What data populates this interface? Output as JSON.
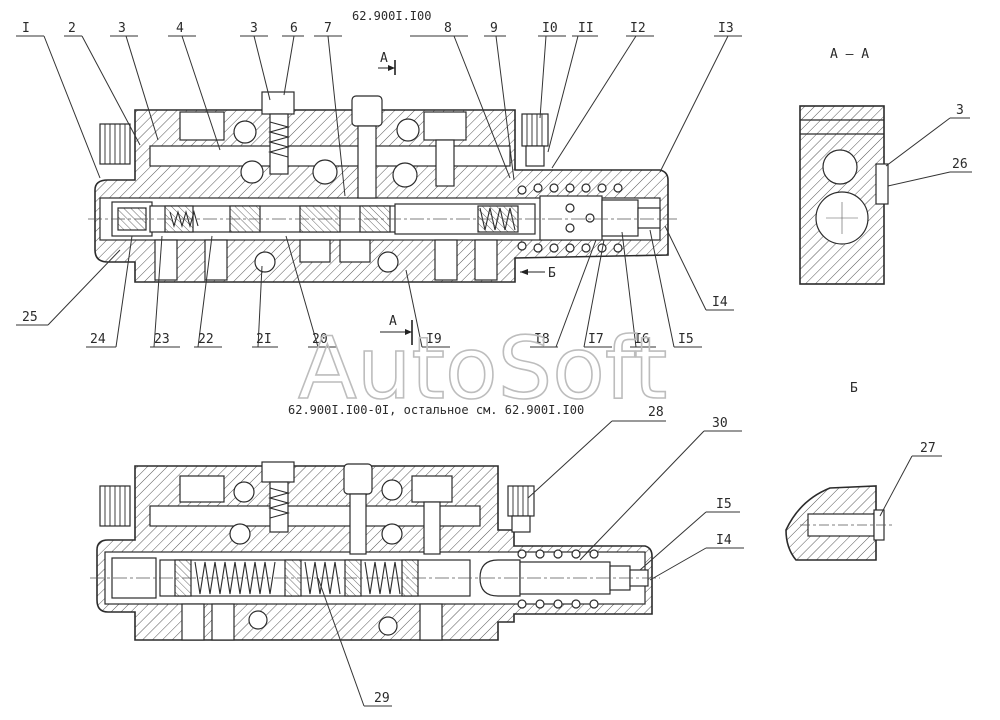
{
  "top_view": {
    "caption": "62.900I.I00",
    "section_marker_top": "А",
    "section_marker_bottom": "А",
    "arrow_b": "Б",
    "callouts": [
      "I",
      "2",
      "3",
      "4",
      "3",
      "6",
      "7",
      "8",
      "9",
      "I0",
      "II",
      "I2",
      "I3",
      "I4",
      "I5",
      "I6",
      "I7",
      "I8",
      "I9",
      "20",
      "2I",
      "22",
      "23",
      "24",
      "25"
    ]
  },
  "section_aa": {
    "title": "А – А",
    "callouts": [
      "3",
      "26"
    ]
  },
  "bottom_view": {
    "caption": "62.900I.I00-0I, остальное см. 62.900I.I00",
    "callouts": [
      "28",
      "30",
      "I5",
      "I4",
      "29"
    ]
  },
  "view_b": {
    "title": "Б",
    "callouts": [
      "27"
    ]
  },
  "watermark": "AutoSoft"
}
